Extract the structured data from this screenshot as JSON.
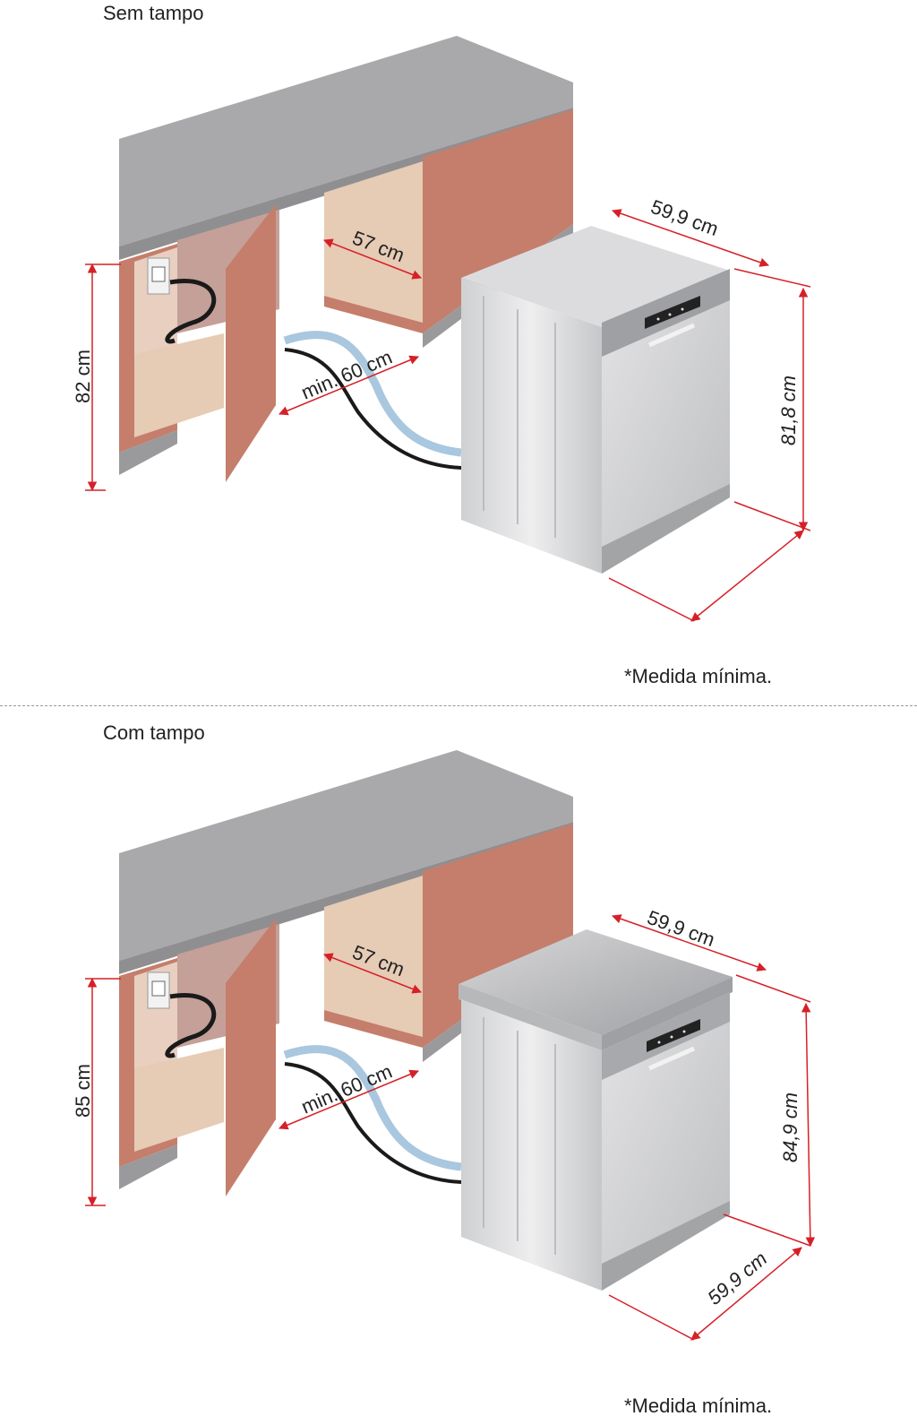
{
  "sections": [
    {
      "title": "Sem tampo",
      "labels": {
        "cabinet_height": "82 cm",
        "niche_depth": "57 cm",
        "niche_width": "min. 60 cm",
        "appliance_top_width": "59,9 cm",
        "appliance_height": "81,8 cm"
      },
      "note": "*Medida mínima."
    },
    {
      "title": "Com tampo",
      "labels": {
        "cabinet_height": "85 cm",
        "niche_depth": "57 cm",
        "niche_width": "min. 60 cm",
        "appliance_top_width": "59,9 cm",
        "appliance_height": "84,9 cm",
        "appliance_bottom_width": "59,9 cm"
      },
      "note": "*Medida mínima."
    }
  ],
  "colors": {
    "counter_top": "#a9a9ab",
    "cabinet": "#c47e6b",
    "niche_interior": "#e6cbb5",
    "appliance_body": "#dcdcde",
    "dimension_line": "#d62027",
    "hose_blue": "#a9c7de",
    "cable": "#1a1a1a"
  },
  "icons": [
    "power-outlet-icon",
    "control-panel-icon"
  ]
}
